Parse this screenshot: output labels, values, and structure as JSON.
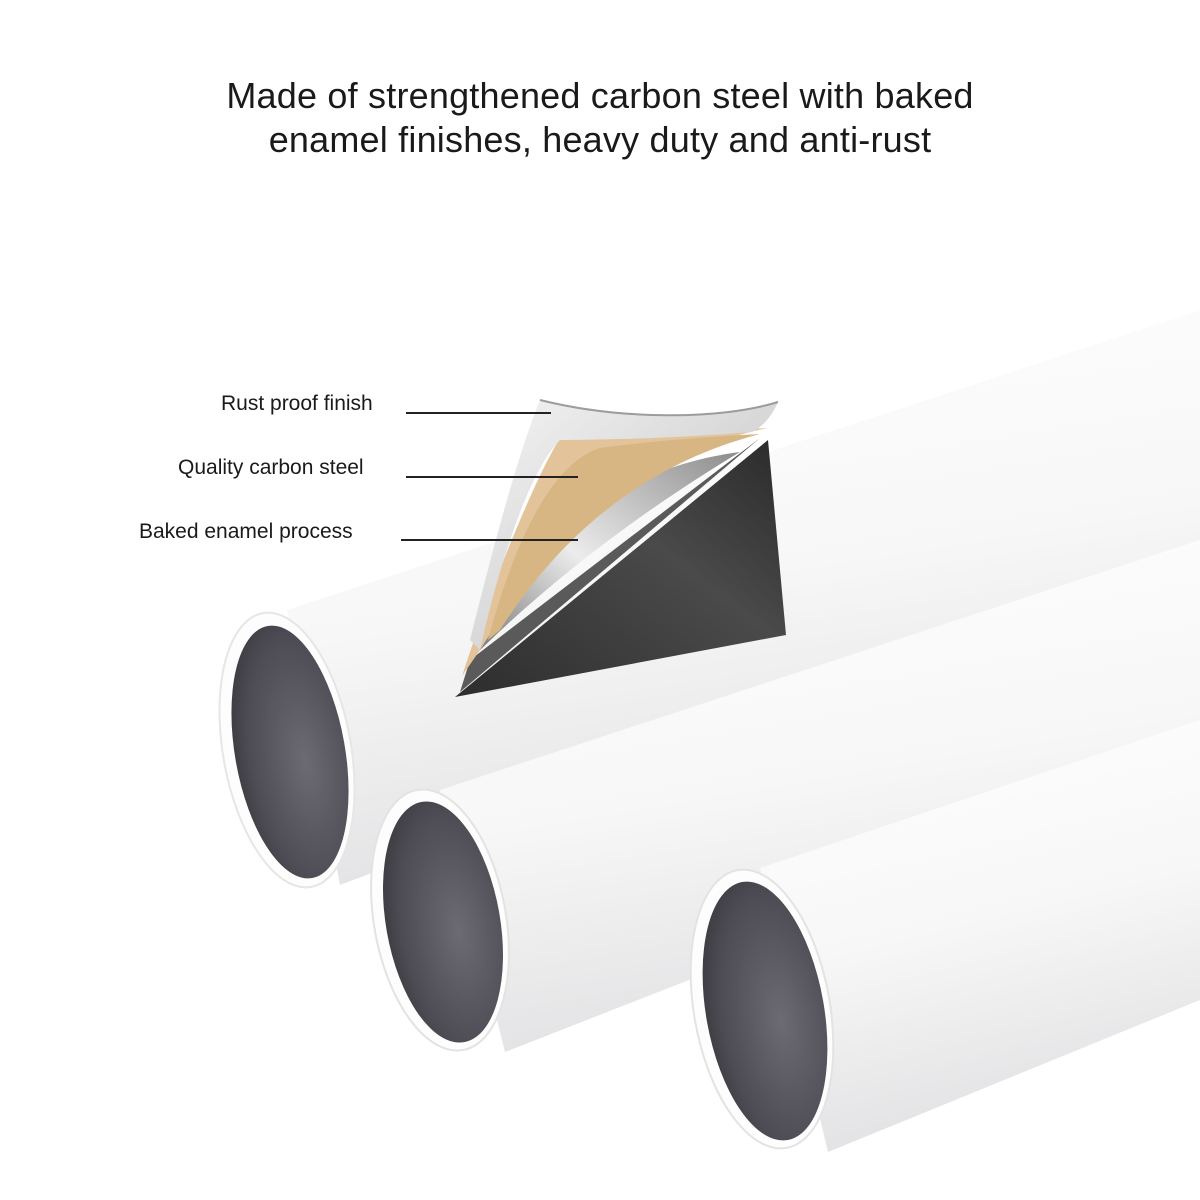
{
  "headline": {
    "line1": "Made of strengthened carbon steel with baked",
    "line2": "enamel finishes, heavy duty and anti-rust"
  },
  "callouts": [
    {
      "id": "rust",
      "label": "Rust proof finish"
    },
    {
      "id": "steel",
      "label": "Quality carbon steel"
    },
    {
      "id": "enamel",
      "label": "Baked enamel process"
    }
  ],
  "colors": {
    "tube_white": "#fbfbfb",
    "tube_inner": "#54535b",
    "steel_dark": "#3c3c3c",
    "steel_light": "#d9d9d9",
    "enamel_tan": "#e3c49a"
  }
}
